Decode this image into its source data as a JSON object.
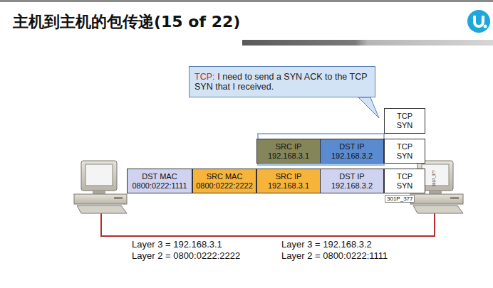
{
  "diagram": {
    "title": "主机到主机的包传递(15 of 22)",
    "nodes": [
      {
        "text": [
          "TCP:",
          "I need to send a SYN ACK to the TCP SYN that I received."
        ]
      },
      {
        "text": [
          "TCP SYN"
        ]
      },
      {
        "text": [
          "SRC IP",
          "192.168.3.1"
        ]
      },
      {
        "text": [
          "DST IP",
          "192.168.3.2"
        ]
      },
      {
        "text": [
          "TCP SYN"
        ]
      },
      {
        "text": [
          "DST MAC",
          "0800:0222:1111"
        ]
      },
      {
        "text": [
          "SRC MAC",
          "0800:0222:2222"
        ]
      },
      {
        "text": [
          "SRC IP",
          "192.168.3.1"
        ]
      },
      {
        "text": [
          "DST IP",
          "192.168.3.2"
        ]
      },
      {
        "text": [
          "TCP SYN"
        ]
      }
    ],
    "labels": [
      "301P_377",
      "301P_377",
      "Layer 3 = 192.168.3.1",
      "Layer 2 = 0800:0222:2222",
      "Layer 3 = 192.168.3.2",
      "Layer 2 = 0800:0222:1111"
    ]
  }
}
